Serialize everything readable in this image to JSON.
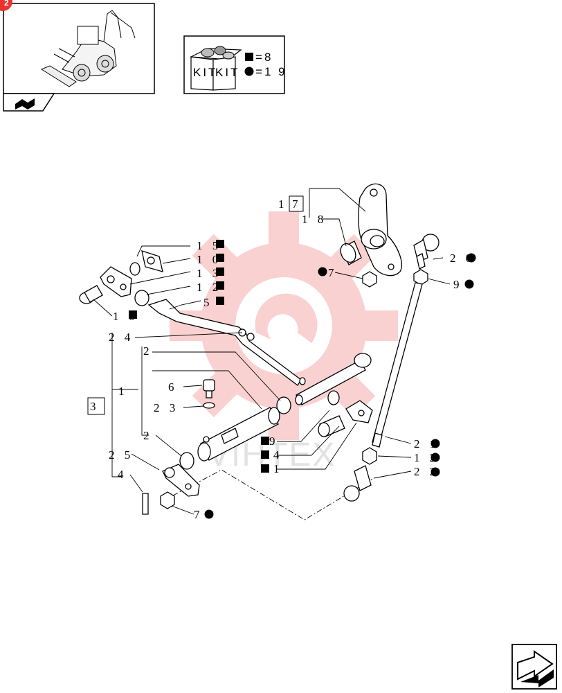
{
  "kit_legend": {
    "kit_text": "KIT",
    "square_count": "8",
    "circle_count": "1 9"
  },
  "watermark": {
    "text": "VIHTEX",
    "color": "#e8332e"
  },
  "callouts": {
    "c17": "1",
    "c17_box": "7",
    "c18": "1 8",
    "c15": "1 5",
    "c10": "1 0",
    "c13": "1 3",
    "c12": "1 2",
    "c5": "5",
    "c16": "1 6",
    "c7a": "7",
    "c20": "2 0",
    "c9": "9",
    "c24": "2 4",
    "c2a": "2",
    "c6": "6",
    "c23": "2 3",
    "c3": "3",
    "c1": "1",
    "c2b": "2",
    "c25": "2 5",
    "c4": "4",
    "c19": "9",
    "c14": "4",
    "c11": "1",
    "c21": "2 1",
    "c12b": "1 2",
    "c22": "2 2",
    "c7b": "7"
  },
  "icons": {
    "corner_badge": "red-corner-badge-icon",
    "nav": "next-page-arrow-icon",
    "book": "book-icon"
  }
}
